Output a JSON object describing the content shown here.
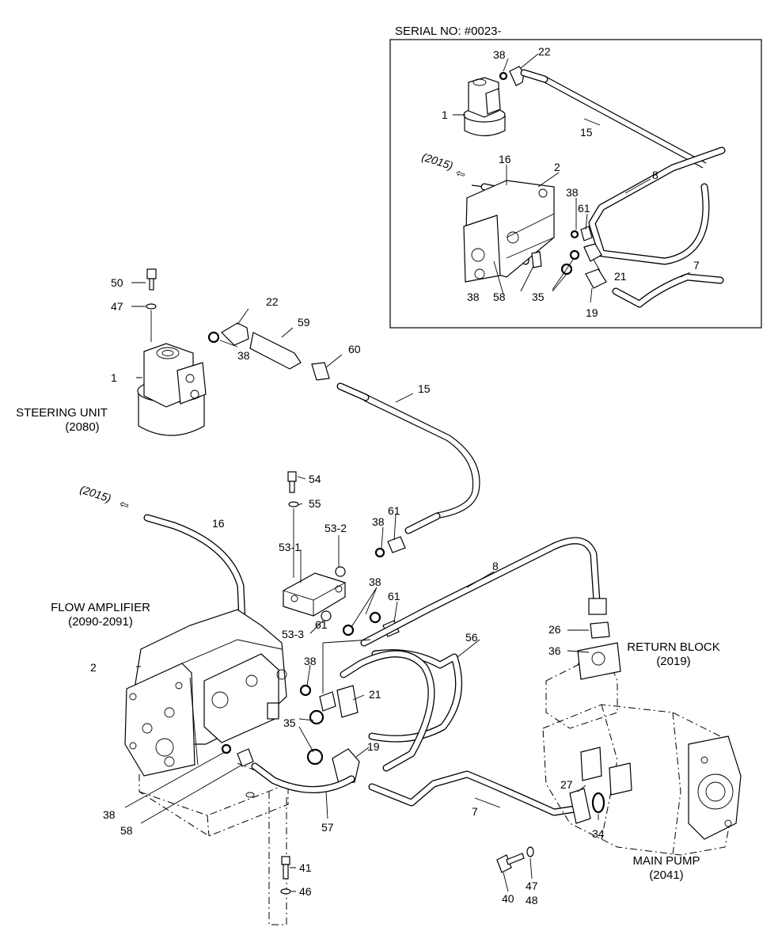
{
  "inset": {
    "serial": "SERIAL NO: #0023-",
    "labels": {
      "l38a": "38",
      "l22": "22",
      "l1": "1",
      "l15": "15",
      "l16": "16",
      "l2": "2",
      "l2015": "(2015)",
      "l8": "8",
      "l38b": "38",
      "l61": "61",
      "l21": "21",
      "l7": "7",
      "l38c": "38",
      "l58": "58",
      "l35": "35",
      "l19": "19"
    }
  },
  "main": {
    "labels": {
      "l50": "50",
      "l47": "47",
      "l22": "22",
      "l38a": "38",
      "l59": "59",
      "l60": "60",
      "l1": "1",
      "l15": "15",
      "l54": "54",
      "l55": "55",
      "l53_2": "53-2",
      "l38b": "38",
      "l61a": "61",
      "l2015": "(2015)",
      "l16": "16",
      "l53_1": "53-1",
      "l8": "8",
      "l38c": "38",
      "l61b": "61",
      "l53_3": "53-3",
      "l61c": "61",
      "l56": "56",
      "l26": "26",
      "l36": "36",
      "l2": "2",
      "l38d": "38",
      "l21": "21",
      "l35": "35",
      "l19": "19",
      "l27": "27",
      "l7": "7",
      "l34": "34",
      "l38e": "38",
      "l58": "58",
      "l57": "57",
      "l41": "41",
      "l46": "46",
      "l47b": "47",
      "l48": "48",
      "l40": "40"
    },
    "captions": {
      "steering_name": "STEERING UNIT",
      "steering_ref": "(2080)",
      "flow_name": "FLOW AMPLIFIER",
      "flow_ref": "(2090-2091)",
      "return_name": "RETURN BLOCK",
      "return_ref": "(2019)",
      "pump_name": "MAIN PUMP",
      "pump_ref": "(2041)"
    }
  }
}
